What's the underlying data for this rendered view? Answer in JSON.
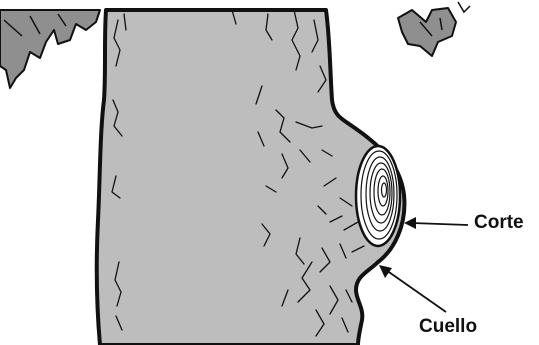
{
  "labels": {
    "cut": "Corte",
    "collar": "Cuello"
  },
  "colors": {
    "trunk_fill": "#bdbdbd",
    "leaf_fill": "#8f8f8f",
    "outline": "#111111",
    "background": "#ffffff"
  },
  "icons": {
    "bark": "bark-texture",
    "cut_rings": "growth-rings",
    "leaves": "leaf-clusters",
    "arrows": "pointer-arrows"
  }
}
